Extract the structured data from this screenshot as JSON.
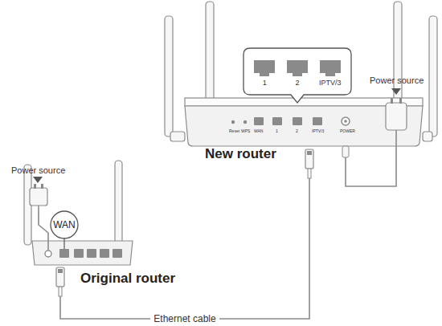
{
  "diagram": {
    "nodes": [
      {
        "text": [
          "1",
          "2",
          "IPTV/3"
        ]
      },
      {
        "text": [
          "New router"
        ]
      },
      {
        "text": [
          "WAN"
        ]
      },
      {
        "text": [
          "Original router"
        ]
      }
    ],
    "edges": [
      {
        "from": 3,
        "to": 1,
        "label": "Ethernet cable",
        "arrow": "none"
      }
    ],
    "labels": [
      "Power source",
      "Reset",
      "WPS",
      "WAN",
      "1",
      "2",
      "IPTV/3",
      "POWER",
      "Power source"
    ]
  }
}
